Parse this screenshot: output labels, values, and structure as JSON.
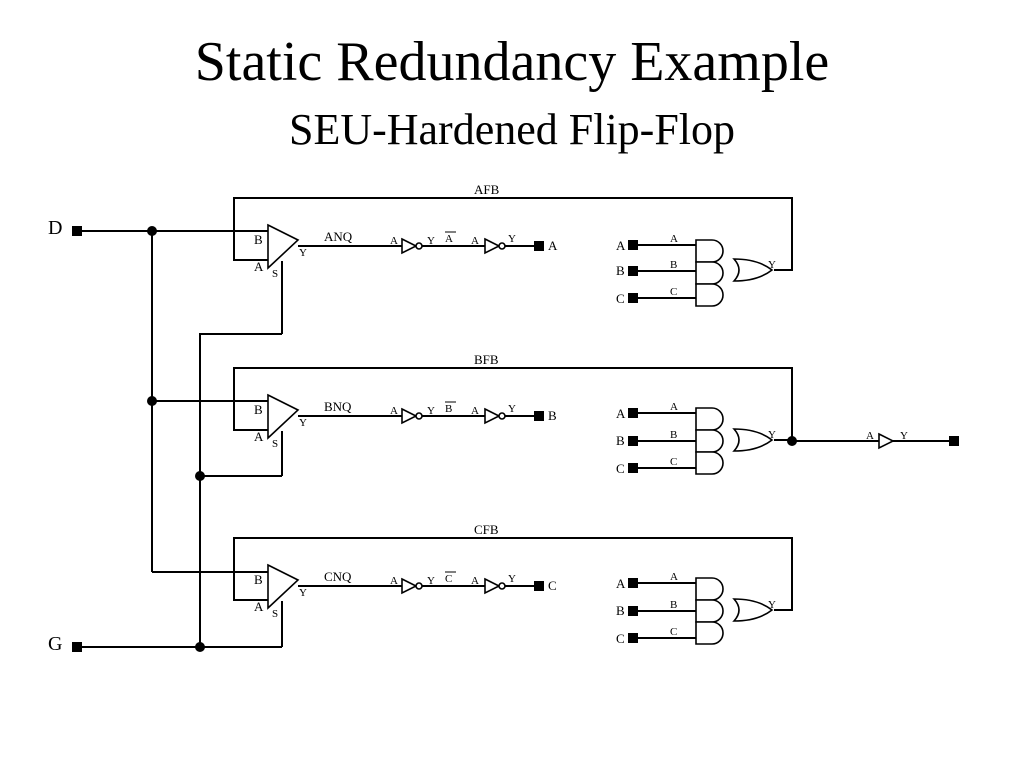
{
  "slide": {
    "title": "Static Redundancy Example",
    "subtitle": "SEU-Hardened Flip-Flop"
  },
  "inputs": {
    "d": "D",
    "g": "G"
  },
  "pin_labels": {
    "a": "A",
    "b": "B",
    "s": "S",
    "y": "Y",
    "c": "C"
  },
  "stages": [
    {
      "feedback": "AFB",
      "latch_out": "ANQ",
      "inverted": "A",
      "output": "A"
    },
    {
      "feedback": "BFB",
      "latch_out": "BNQ",
      "inverted": "B",
      "output": "B"
    },
    {
      "feedback": "CFB",
      "latch_out": "CNQ",
      "inverted": "C",
      "output": "C"
    }
  ],
  "voter_inputs": [
    "A",
    "B",
    "C"
  ]
}
